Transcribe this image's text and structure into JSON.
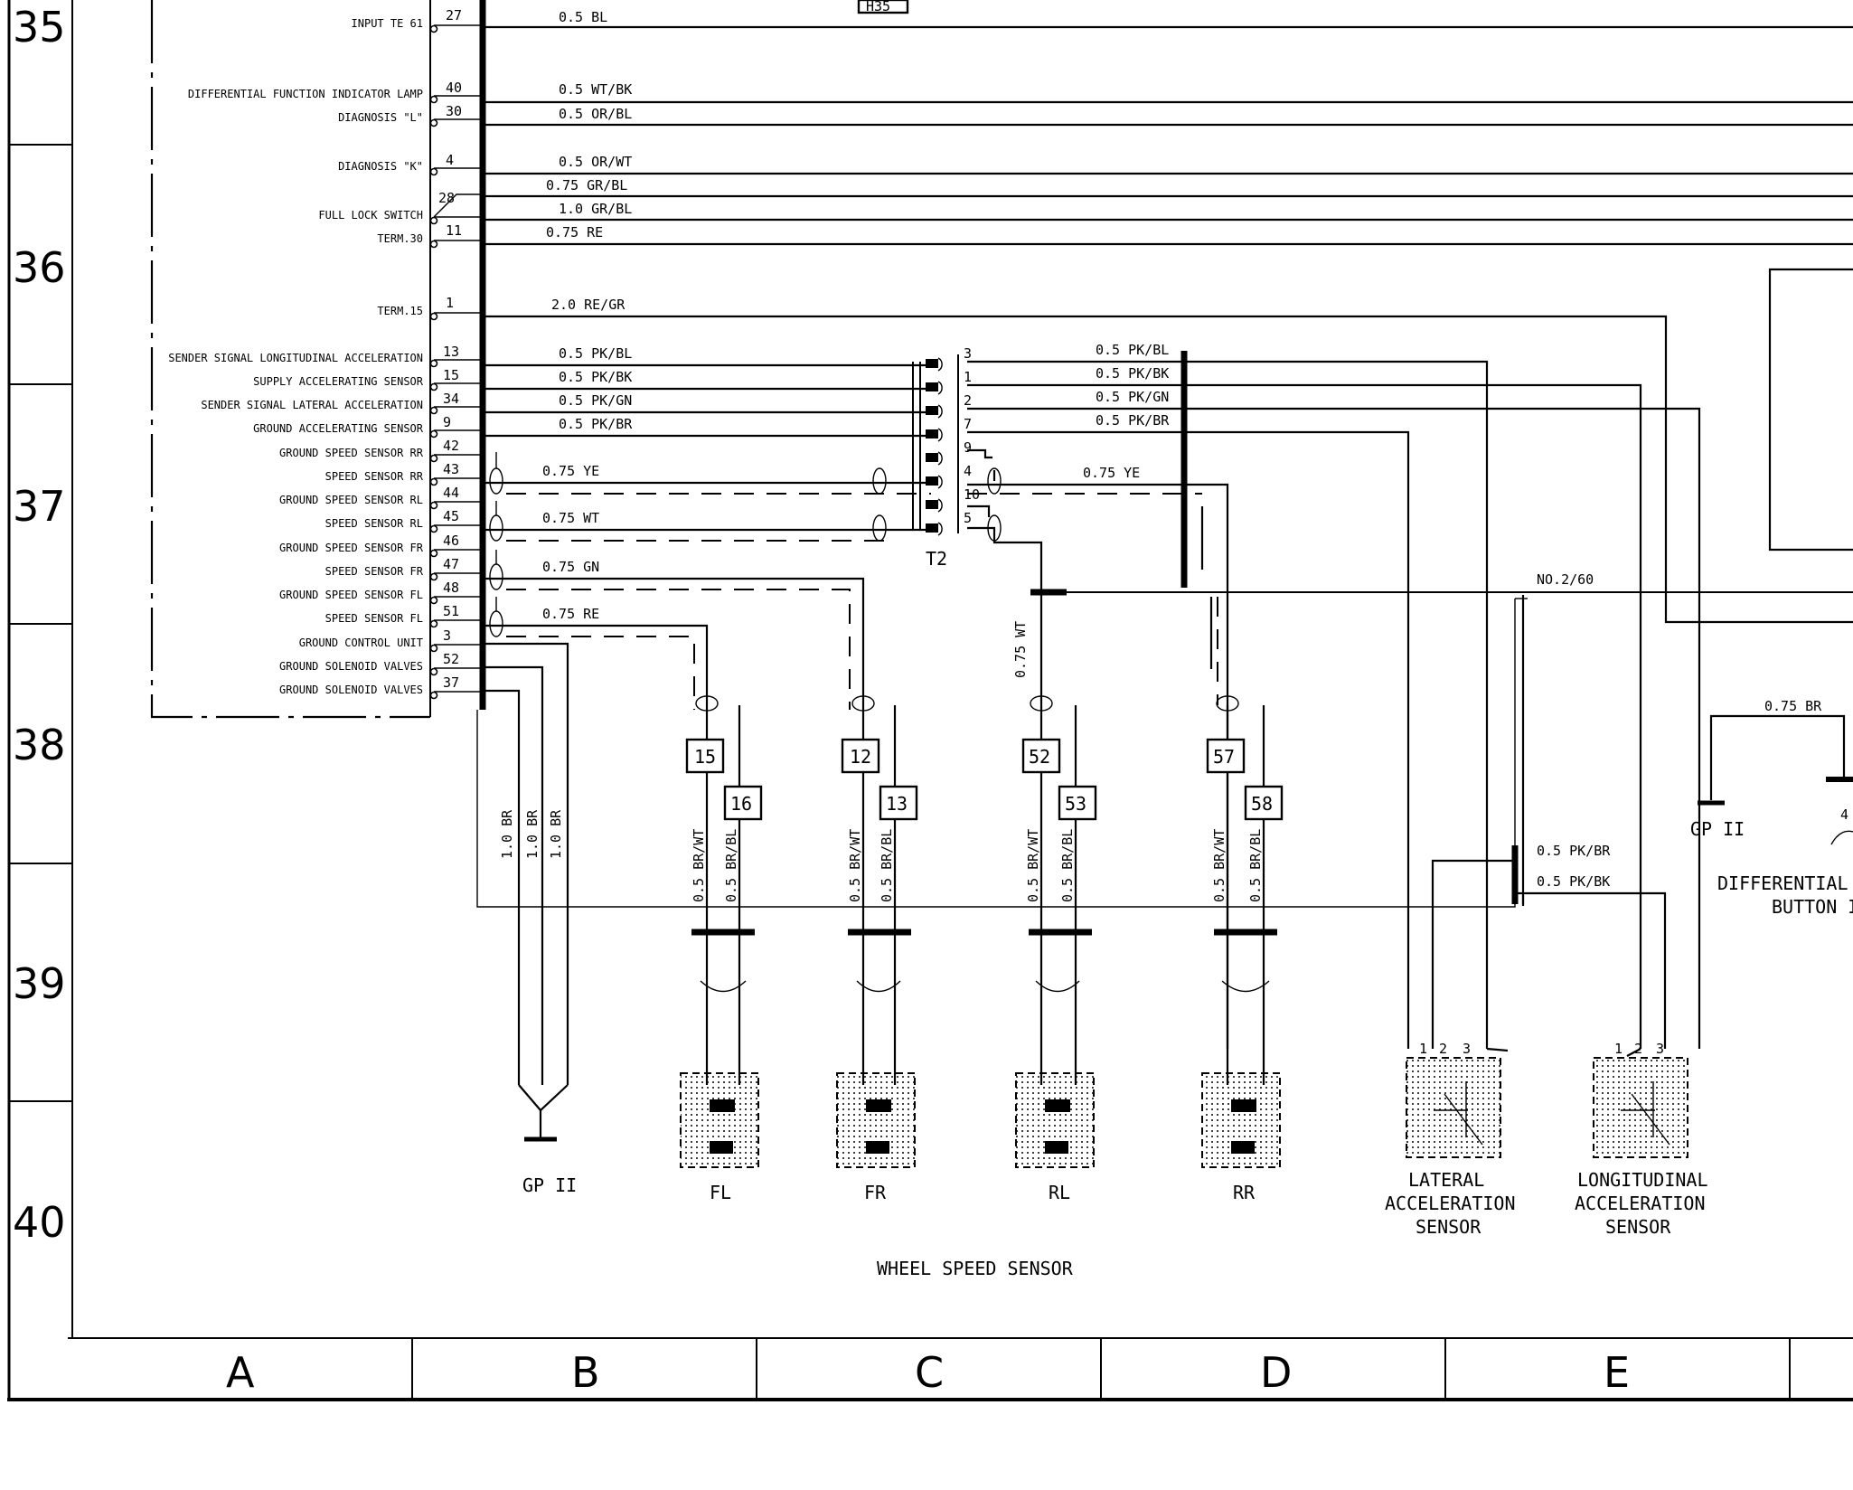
{
  "rows": [
    "35",
    "36",
    "37",
    "38",
    "39",
    "40"
  ],
  "columns": [
    "A",
    "B",
    "C",
    "D",
    "E"
  ],
  "top_connector_label": "H35",
  "control_unit_pins": [
    {
      "label": "INPUT TE 61",
      "pin": "27",
      "wire": "0.5 BL"
    },
    {
      "label": "DIFFERENTIAL FUNCTION INDICATOR LAMP",
      "pin": "40",
      "wire": "0.5 WT/BK"
    },
    {
      "label": "DIAGNOSIS \"L\"",
      "pin": "30",
      "wire": "0.5 OR/BL"
    },
    {
      "label": "DIAGNOSIS \"K\"",
      "pin": "4",
      "wire": "0.5 OR/WT"
    },
    {
      "label": "",
      "pin": "28",
      "wire": "0.75 GR/BL"
    },
    {
      "label": "FULL LOCK SWITCH",
      "pin": "",
      "wire": "1.0 GR/BL"
    },
    {
      "label": "TERM.30",
      "pin": "11",
      "wire": "0.75 RE"
    },
    {
      "label": "TERM.15",
      "pin": "1",
      "wire": "2.0 RE/GR"
    },
    {
      "label": "SENDER SIGNAL LONGITUDINAL ACCELERATION",
      "pin": "13",
      "wire": "0.5 PK/BL"
    },
    {
      "label": "SUPPLY ACCELERATING SENSOR",
      "pin": "15",
      "wire": "0.5 PK/BK"
    },
    {
      "label": "SENDER SIGNAL LATERAL ACCELERATION",
      "pin": "34",
      "wire": "0.5 PK/GN"
    },
    {
      "label": "GROUND ACCELERATING SENSOR",
      "pin": "9",
      "wire": "0.5 PK/BR"
    },
    {
      "label": "GROUND SPEED SENSOR RR",
      "pin": "42",
      "wire": ""
    },
    {
      "label": "SPEED SENSOR RR",
      "pin": "43",
      "wire": "0.75 YE"
    },
    {
      "label": "GROUND SPEED SENSOR RL",
      "pin": "44",
      "wire": ""
    },
    {
      "label": "SPEED SENSOR RL",
      "pin": "45",
      "wire": "0.75 WT"
    },
    {
      "label": "GROUND SPEED SENSOR FR",
      "pin": "46",
      "wire": ""
    },
    {
      "label": "SPEED SENSOR FR",
      "pin": "47",
      "wire": "0.75 GN"
    },
    {
      "label": "GROUND SPEED SENSOR FL",
      "pin": "48",
      "wire": ""
    },
    {
      "label": "SPEED SENSOR FL",
      "pin": "51",
      "wire": "0.75 RE"
    },
    {
      "label": "GROUND CONTROL UNIT",
      "pin": "3",
      "wire": ""
    },
    {
      "label": "GROUND SOLENOID VALVES",
      "pin": "52",
      "wire": ""
    },
    {
      "label": "GROUND SOLENOID VALVES",
      "pin": "37",
      "wire": ""
    }
  ],
  "t2_connector": {
    "name": "T2",
    "pins": [
      "3",
      "1",
      "2",
      "7",
      "9",
      "4",
      "10",
      "5"
    ],
    "wires": [
      "0.5 PK/BL",
      "0.5 PK/BK",
      "0.5 PK/GN",
      "0.5 PK/BR",
      "0.75 YE"
    ]
  },
  "ground_wires": [
    "1.0 BR",
    "1.0 BR",
    "1.0 BR"
  ],
  "ground_point": "GP II",
  "wheel_sensors": [
    {
      "name": "FL",
      "pins": [
        "15",
        "16"
      ],
      "wires": [
        "0.5 BR/WT",
        "0.5 BR/BL"
      ]
    },
    {
      "name": "FR",
      "pins": [
        "12",
        "13"
      ],
      "wires": [
        "0.5 BR/WT",
        "0.5 BR/BL"
      ]
    },
    {
      "name": "RL",
      "pins": [
        "52",
        "53"
      ],
      "wires": [
        "0.5 BR/WT",
        "0.5 BR/BL"
      ]
    },
    {
      "name": "RR",
      "pins": [
        "57",
        "58"
      ],
      "wires": [
        "0.5 BR/WT",
        "0.5 BR/BL"
      ]
    }
  ],
  "rl_vertical_wire": "0.75 WT",
  "splice_label": "NO.2/60",
  "wheel_speed_sensor_title": "WHEEL SPEED SENSOR",
  "accel_wires": [
    "0.5 PK/BR",
    "0.5 PK/BK"
  ],
  "lateral_sensor": {
    "lines": [
      "LATERAL",
      "ACCELERATION",
      "SENSOR"
    ],
    "pins": [
      "1",
      "2",
      "3"
    ]
  },
  "longitudinal_sensor": {
    "lines": [
      "LONGITUDINAL",
      "ACCELERATION",
      "SENSOR"
    ],
    "pins": [
      "1",
      "2",
      "3"
    ]
  },
  "right_ground": {
    "wire": "0.75 BR",
    "ground": "GP II",
    "pin": "4"
  },
  "differential_button": {
    "lines": [
      "DIFFERENTIAL C",
      "BUTTON I"
    ]
  }
}
